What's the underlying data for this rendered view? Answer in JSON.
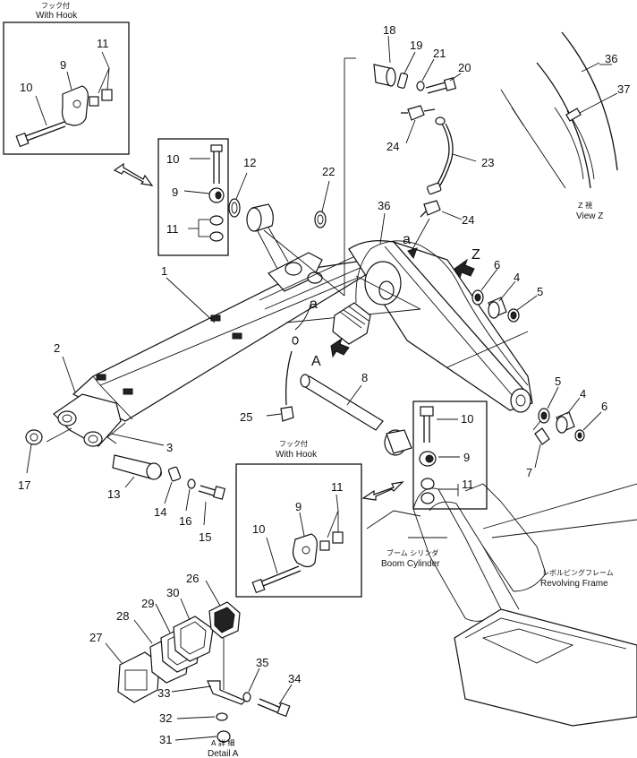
{
  "boxes": {
    "with_hook_top": {
      "jp": "フック付",
      "en": "With Hook"
    },
    "with_hook_mid": {
      "jp": "フック付",
      "en": "With Hook"
    }
  },
  "views": {
    "view_z": {
      "jp": "Z 視",
      "en": "View Z",
      "letter": "Z"
    },
    "detail_a": {
      "jp": "A 詳 細",
      "en": "Detail A",
      "letter": "A"
    },
    "a_letter": "a"
  },
  "captions": {
    "boom_cylinder": {
      "jp": "ブーム シリンダ",
      "en": "Boom Cylinder"
    },
    "revolving_frame": {
      "jp": "レボルビングフレーム",
      "en": "Revolving Frame"
    }
  },
  "callouts": {
    "c1": "1",
    "c2": "2",
    "c3": "3",
    "c4a": "4",
    "c4b": "4",
    "c5a": "5",
    "c5b": "5",
    "c6a": "6",
    "c6b": "6",
    "c7": "7",
    "c8": "8",
    "c9a": "9",
    "c9b": "9",
    "c9c": "9",
    "c9d": "9",
    "c10a": "10",
    "c10b": "10",
    "c10c": "10",
    "c10d": "10",
    "c11a": "11",
    "c11b": "11",
    "c11c": "11",
    "c11d": "11",
    "c12": "12",
    "c13": "13",
    "c14": "14",
    "c15": "15",
    "c16": "16",
    "c17": "17",
    "c18": "18",
    "c19": "19",
    "c20": "20",
    "c21": "21",
    "c22": "22",
    "c23": "23",
    "c24a": "24",
    "c24b": "24",
    "c25": "25",
    "c26": "26",
    "c27": "27",
    "c28": "28",
    "c29": "29",
    "c30": "30",
    "c31": "31",
    "c32": "32",
    "c33": "33",
    "c34": "34",
    "c35": "35",
    "c36a": "36",
    "c36b": "36",
    "c37": "37"
  }
}
